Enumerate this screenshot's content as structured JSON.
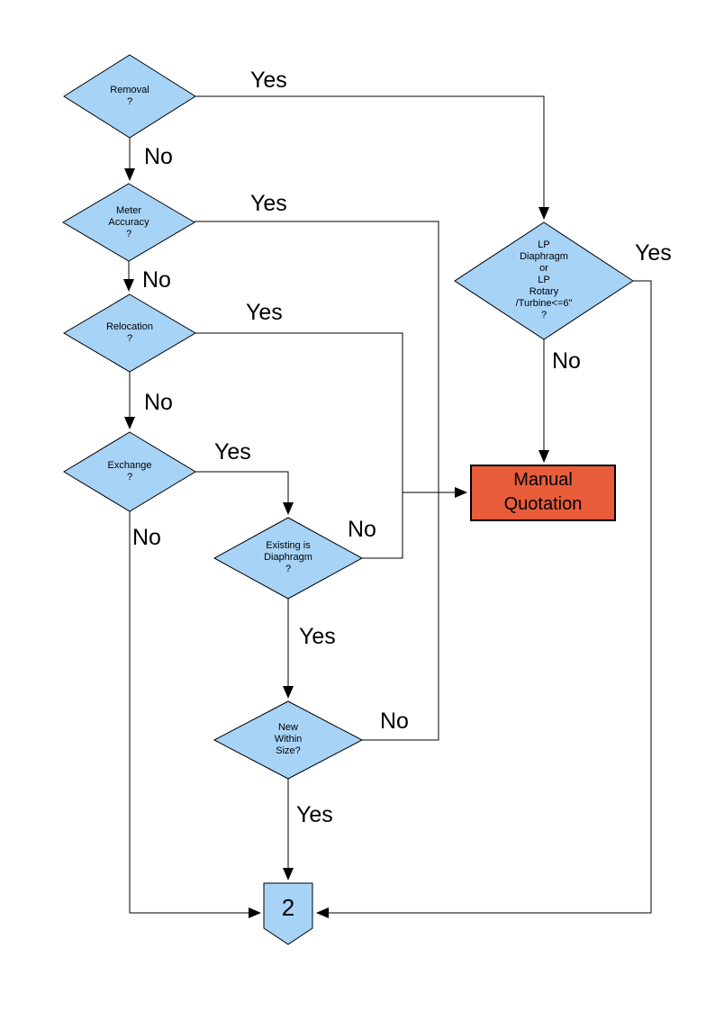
{
  "diagram": {
    "type": "flowchart",
    "nodes": {
      "removal": "Removal\n?",
      "meter_accuracy": "Meter\nAccuracy\n?",
      "relocation": "Relocation\n?",
      "exchange": "Exchange\n?",
      "existing_diaphragm": "Existing is\nDiaphragm\n?",
      "new_within_size": "New\nWithin\nSize?",
      "lp_meter": "LP\nDiaphragm\nor\nLP\nRotary\n/Turbine<=6\"\n?",
      "manual_quotation": "Manual\nQuotation",
      "offpage_connector": "2"
    },
    "edge_labels": {
      "removal_yes": "Yes",
      "removal_no": "No",
      "meter_yes": "Yes",
      "meter_no": "No",
      "relocation_yes": "Yes",
      "relocation_no": "No",
      "exchange_yes": "Yes",
      "exchange_no": "No",
      "existing_no": "No",
      "existing_yes": "Yes",
      "new_within_no": "No",
      "new_within_yes": "Yes",
      "lp_yes": "Yes",
      "lp_no": "No"
    },
    "colors": {
      "diamond_fill": "#A7D3F7",
      "connector_fill": "#A7D3F7",
      "manual_quotation_fill": "#E85C3A",
      "line": "#000000"
    }
  }
}
